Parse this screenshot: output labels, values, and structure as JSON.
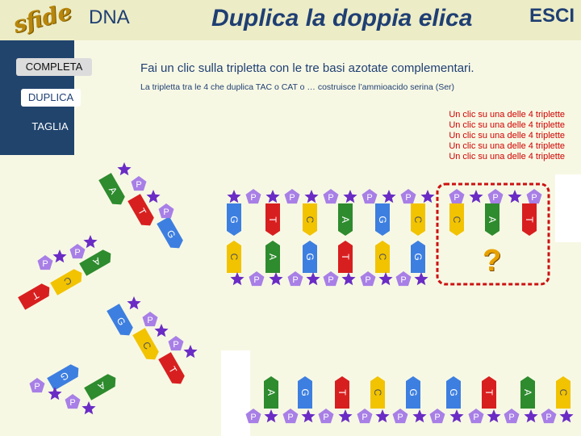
{
  "header": {
    "logo": "sfide",
    "app_title": "DNA",
    "title": "Duplica la doppia elica",
    "exit_label": "ESCI"
  },
  "sidebar": {
    "items": [
      {
        "label": "COMPLETA"
      },
      {
        "label": "DUPLICA"
      },
      {
        "label": "TAGLIA"
      }
    ]
  },
  "instructions": {
    "main": "Fai un clic sulla tripletta con le tre basi azotate complementari.",
    "detail": "La tripletta tra le 4 che duplica TAC o CAT o … costruisce l’ammioacido serina (Ser)",
    "hints": [
      "Un clic su una delle 4 triplette",
      "Un clic su una delle 4 triplette",
      "Un clic su una delle 4 triplette",
      "Un clic su una delle 4 triplette",
      "Un clic su una delle 4 triplette"
    ]
  },
  "target_slot": {
    "label": "?"
  },
  "phosphate_label": "P",
  "colors": {
    "A": "#2e8b2e",
    "T": "#d81f1f",
    "C": "#f2c300",
    "G": "#3d7fe0",
    "phosphate": "#a87fe6",
    "sugar": "#6a2cc5",
    "navy": "#1f3f73",
    "highlight": "#cc1111"
  },
  "strands": {
    "top_upper": [
      "G",
      "T",
      "C",
      "A",
      "G",
      "C",
      "C",
      "A",
      "T"
    ],
    "top_lower": [
      "C",
      "A",
      "G",
      "T",
      "C",
      "G"
    ],
    "bottom": [
      "A",
      "G",
      "T",
      "C",
      "G",
      "G",
      "T",
      "A",
      "C"
    ],
    "left_upper_arm": [
      "A",
      "T",
      "G"
    ],
    "left_middle_arm": [
      "A",
      "C",
      "T"
    ],
    "left_lower_arm": [
      "G",
      "C",
      "T",
      "A",
      "G"
    ]
  }
}
